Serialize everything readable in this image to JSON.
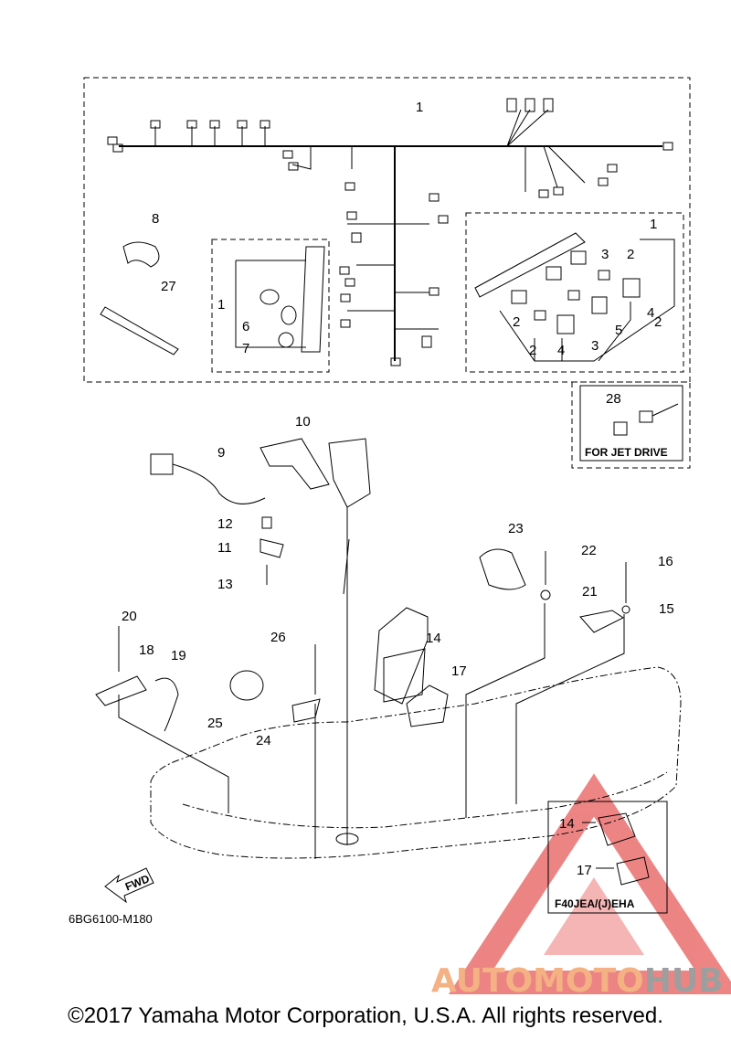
{
  "diagram_code": "6BG6100-M180",
  "jet_drive_label": "FOR JET DRIVE",
  "variant_label": "F40JEA/(J)EHA",
  "fwd_label": "FWD",
  "copyright": "©2017 Yamaha Motor Corporation, U.S.A. All rights reserved.",
  "watermark": {
    "part1": "AUTOMOTO",
    "part2": "HUB",
    "color1": "#f4b183",
    "color2": "#9e9e9e",
    "triangle_color": "#e02020"
  },
  "part_labels": {
    "p1a": "1",
    "p1b": "1",
    "p1c": "1",
    "p2a": "2",
    "p2b": "2",
    "p2c": "2",
    "p2d": "2",
    "p3a": "3",
    "p3b": "3",
    "p4a": "4",
    "p4b": "4",
    "p5": "5",
    "p6": "6",
    "p7": "7",
    "p8": "8",
    "p9": "9",
    "p10": "10",
    "p11": "11",
    "p12": "12",
    "p13": "13",
    "p14a": "14",
    "p14b": "14",
    "p15": "15",
    "p16": "16",
    "p17a": "17",
    "p17b": "17",
    "p18": "18",
    "p19": "19",
    "p20": "20",
    "p21": "21",
    "p22": "22",
    "p23": "23",
    "p24": "24",
    "p25": "25",
    "p26": "26",
    "p27": "27",
    "p28": "28"
  }
}
